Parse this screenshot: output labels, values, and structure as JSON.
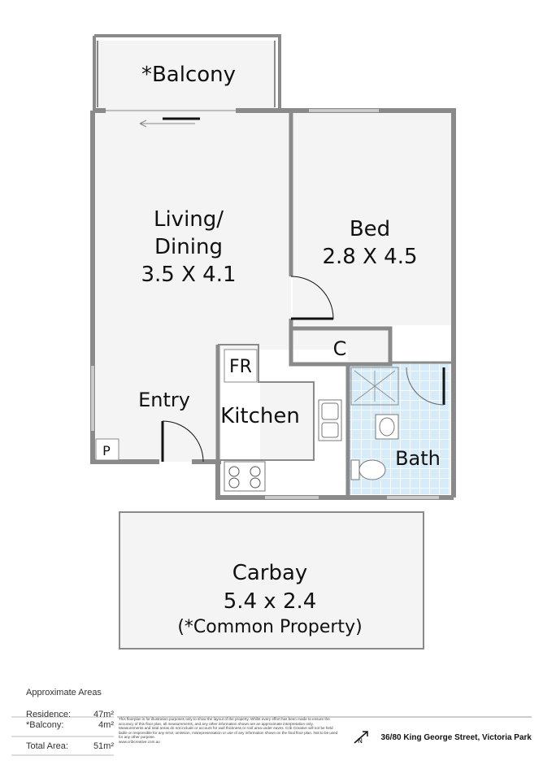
{
  "rooms": {
    "balcony": "*Balcony",
    "living_line1": "Living/",
    "living_line2": "Dining",
    "living_size": "3.5 X 4.1",
    "bed": "Bed",
    "bed_size": "2.8 X 4.5",
    "closet": "C",
    "fridge": "FR",
    "entry": "Entry",
    "kitchen": "Kitchen",
    "bath": "Bath",
    "pantry": "P",
    "carbay": "Carbay",
    "carbay_size": "5.4 x 2.4",
    "carbay_note": "(*Common Property)"
  },
  "footer": {
    "heading": "Approximate Areas",
    "areas": [
      {
        "label": "Residence:",
        "value": "47m²"
      },
      {
        "label": "*Balcony:",
        "value": "4m²"
      },
      {
        "label": "Total Area:",
        "value": "51m²"
      }
    ],
    "disclaimer": "This floorplan is for illustration purposes only to show the layout of the property. Whilst every effort has been made to ensure the accuracy of this floor plan, all measurements, and any other information shown are an approximate interpretation only. Measurements and total areas do not include or account for wall thickness or roof area under eaves. Crib Creative will not be held liable or responsible for any error, omission, misrepresentation or use of any information shown on the final floor plan. Not to be used for any other purpose.",
    "website": "www.cribcreative.com.au",
    "address": "36/80 King George Street, Victoria Park"
  },
  "colors": {
    "wall": "#8a8a8a",
    "floor": "#f4f4f4",
    "bath_tile": "#d6ecf8",
    "door": "#111111"
  }
}
